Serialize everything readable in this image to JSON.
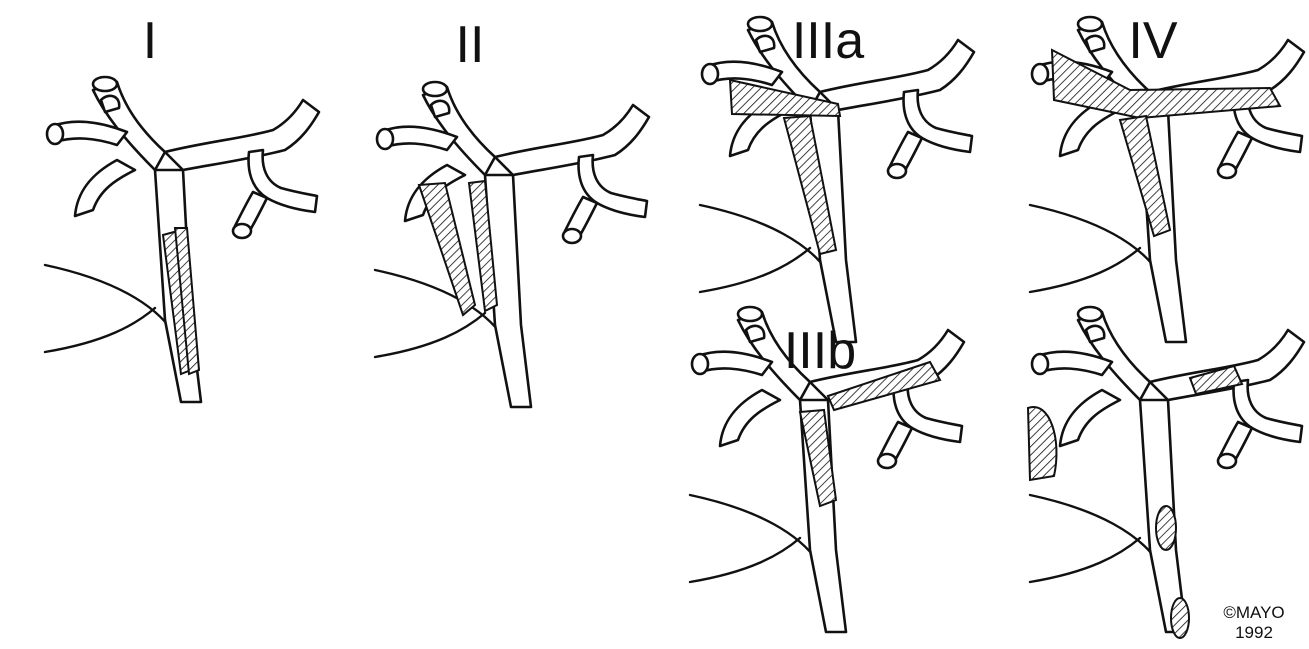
{
  "figure": {
    "panels": [
      {
        "id": "I",
        "label": "I"
      },
      {
        "id": "II",
        "label": "II"
      },
      {
        "id": "IIIa",
        "label": "IIIa"
      },
      {
        "id": "IV",
        "label": "IV"
      },
      {
        "id": "IIIb",
        "label": "IIIb"
      },
      {
        "id": "unlabeled",
        "label": ""
      }
    ],
    "copyright": {
      "line1": "©MAYO",
      "line2": "1992"
    }
  },
  "colors": {
    "ink": "#111111",
    "background": "#ffffff"
  }
}
